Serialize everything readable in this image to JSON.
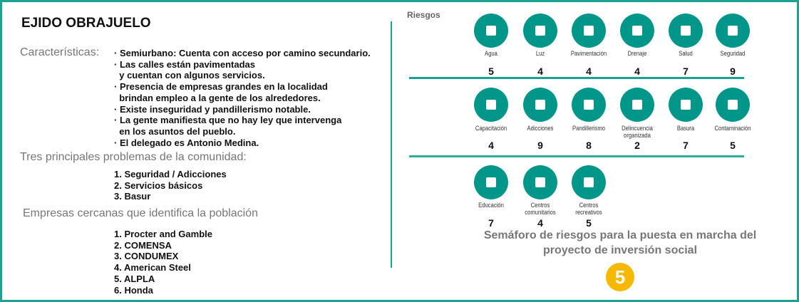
{
  "title": "EJIDO OBRAJUELO",
  "caracteristicas": {
    "label": "Características:",
    "lines": [
      "· Semiurbano: Cuenta con acceso por camino secundario.",
      "· Las calles están pavimentadas",
      "  y cuentan con algunos servicios.",
      "· Presencia de empresas grandes en la localidad",
      "  brindan empleo a la gente de los alrededores.",
      "· Existe inseguridad y pandillerismo notable.",
      "· La gente manifiesta que no hay ley que intervenga",
      "  en los asuntos del pueblo.",
      "· El delegado es Antonio Medina."
    ]
  },
  "problemas": {
    "label": "Tres principales problemas de la comunidad:",
    "items": [
      "1. Seguridad / Adicciones",
      "2. Servicios básicos",
      "3. Basur"
    ]
  },
  "empresas": {
    "label": "Empresas cercanas que identifica la población",
    "items": [
      "1. Procter and Gamble",
      "2. COMENSA",
      "3. CONDUMEX",
      "4. American Steel",
      "5. ALPLA",
      "6. Honda"
    ]
  },
  "riesgos": {
    "label": "Riesgos",
    "items": [
      {
        "name": "Agua",
        "value": "5",
        "icon": "faucet-icon"
      },
      {
        "name": "Luz",
        "value": "4",
        "icon": "lightbulb-icon"
      },
      {
        "name": "Pavimentación",
        "value": "4",
        "icon": "road-icon"
      },
      {
        "name": "Drenaje",
        "value": "4",
        "icon": "pipe-icon"
      },
      {
        "name": "Salud",
        "value": "7",
        "icon": "stethoscope-icon"
      },
      {
        "name": "Seguridad",
        "value": "9",
        "icon": "police-icon"
      },
      {
        "name": "Capacitación",
        "value": "4",
        "icon": "training-icon"
      },
      {
        "name": "Adicciones",
        "value": "9",
        "icon": "cannabis-icon"
      },
      {
        "name": "Pandillerismo",
        "value": "8",
        "icon": "fight-icon"
      },
      {
        "name": "Delincuencia\norganizada",
        "value": "2",
        "icon": "crime-icon"
      },
      {
        "name": "Basura",
        "value": "7",
        "icon": "trash-icon"
      },
      {
        "name": "Contaminación",
        "value": "5",
        "icon": "factory-icon"
      },
      {
        "name": "Educación",
        "value": "7",
        "icon": "teacher-icon"
      },
      {
        "name": "Centros\ncomunitarios",
        "value": "4",
        "icon": "community-icon"
      },
      {
        "name": "Centros\nrecreativos",
        "value": "5",
        "icon": "recreation-icon"
      }
    ]
  },
  "semaforo": {
    "text": "Semáforo de riesgos para la puesta en marcha del proyecto de inversión social",
    "score": "5"
  },
  "colors": {
    "teal": "#00968a",
    "yellow": "#f6b800"
  }
}
